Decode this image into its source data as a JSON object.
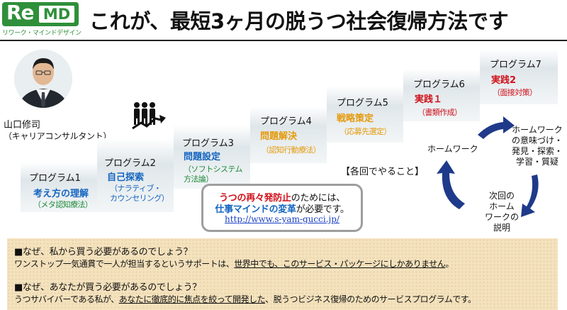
{
  "header": {
    "logo_re": "Re",
    "logo_md": "MD",
    "logo_tagline": "リワーク・マインドデザイン",
    "title": "これが、最短3ヶ月の脱うつ社会復帰方法です"
  },
  "person": {
    "name": "山口修司",
    "role": "（キャリアコンサルタント）"
  },
  "programs": [
    {
      "label": "プログラム1",
      "title": "考え方の理解",
      "sub": "（メタ認知療法）"
    },
    {
      "label": "プログラム2",
      "title": "自己探索",
      "sub1": "（ナラティブ・",
      "sub2": "カウンセリング）"
    },
    {
      "label": "プログラム3",
      "title": "問題設定",
      "sub1": "（ソフトシステム",
      "sub2": "方法論）"
    },
    {
      "label": "プログラム4",
      "title": "問題解決",
      "sub": "（認知行動療法）"
    },
    {
      "label": "プログラム5",
      "title": "戦略策定",
      "sub": "（応募先選定）"
    },
    {
      "label": "プログラム6",
      "title": "実践１",
      "sub": "（書類作成）"
    },
    {
      "label": "プログラム7",
      "title": "実践2",
      "sub": "（面接対策）"
    }
  ],
  "cycle": {
    "heading": "【各回でやること】",
    "homework": "ホームワーク",
    "meaning_lines": [
      "ホームワーク",
      "の意味づけ・",
      "発見・探索・",
      "学習・質疑"
    ],
    "next_lines": [
      "次回の",
      "ホーム",
      "ワークの",
      "説明"
    ]
  },
  "message": {
    "line1_em": "うつの再々発防止",
    "line1_rest": "のためには、",
    "line2_em": "仕事マインドの変革",
    "line2_rest": "が必要です。",
    "url": "http://www.s-yam-gucci.jp/"
  },
  "faq": {
    "q1": "■なぜ、私から買う必要があるのでしょう？",
    "a1_pre": "ワンストップ一気通貫で一人が担当するというサポートは、",
    "a1_ul": "世界中でも、このサービス・パッケージにしかありません",
    "a1_post": "。",
    "q2": "■なぜ、あなたが買う必要があるのでしょう？",
    "a2_pre": "うつサバイバーである私が、",
    "a2_ul": "あなたに徹底的に焦点を絞って開発した",
    "a2_post": "、脱うつビジネス復帰のためのサービスプログラムです。"
  },
  "colors": {
    "logo_green": "#2f8f3a",
    "title_blue": "#1565c0",
    "title_amber": "#e59a0a",
    "title_red": "#d0111b",
    "sub_green": "#1f8a3b",
    "arrow_navy": "#1f3a8a",
    "faq_bg": "#f4e2bd"
  }
}
